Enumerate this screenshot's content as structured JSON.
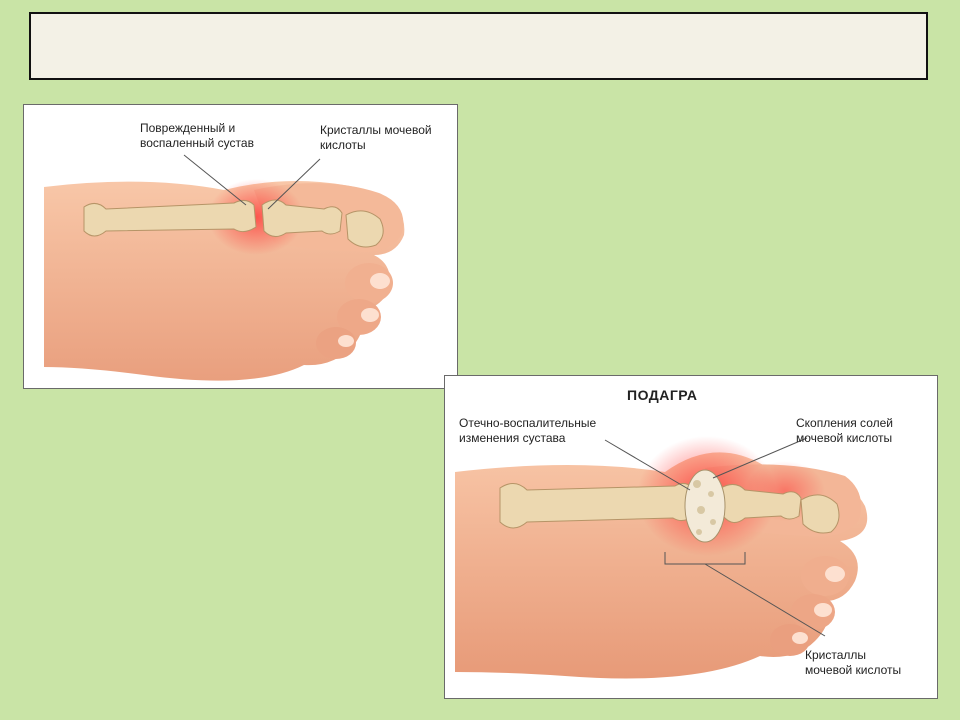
{
  "slide": {
    "title": ""
  },
  "figure1": {
    "label_joint_line1": "Поврежденный и",
    "label_joint_line2": "воспаленный сустав",
    "label_crystals_line1": "Кристаллы мочевой",
    "label_crystals_line2": "кислоты"
  },
  "figure2": {
    "heading": "ПОДАГРА",
    "label_edema_line1": "Отечно-воспалительные",
    "label_edema_line2": "изменения сустава",
    "label_salts_line1": "Скопления солей",
    "label_salts_line2": "мочевой кислоты",
    "label_crystals_line1": "Кристаллы",
    "label_crystals_line2": "мочевой кислоты"
  },
  "colors": {
    "background": "#c9e4a6",
    "skin": "#f2b593",
    "bone": "#ecd8b0",
    "inflammation": "#ff4040"
  }
}
